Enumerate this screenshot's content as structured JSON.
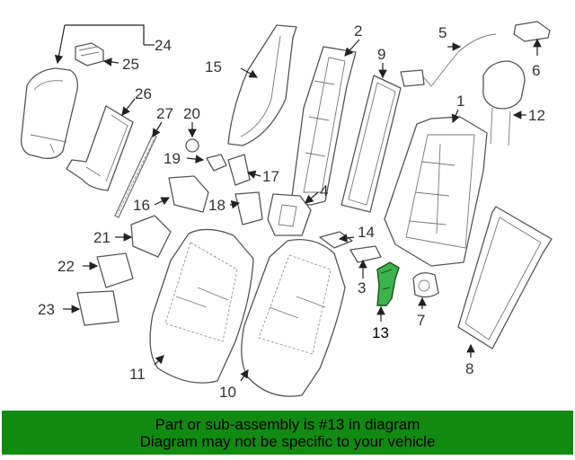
{
  "callouts": {
    "p1": "1",
    "p2": "2",
    "p3": "3",
    "p4": "4",
    "p5": "5",
    "p6": "6",
    "p7": "7",
    "p8": "8",
    "p9": "9",
    "p10": "10",
    "p11": "11",
    "p12": "12",
    "p13": "13",
    "p14": "14",
    "p15": "15",
    "p16": "16",
    "p17": "17",
    "p18": "18",
    "p19": "19",
    "p20": "20",
    "p21": "21",
    "p22": "22",
    "p23": "23",
    "p24": "24",
    "p25": "25",
    "p26": "26",
    "p27": "27"
  },
  "highlighted_part": "13",
  "colors": {
    "highlight": "#3cb44a",
    "banner": "#118a11"
  },
  "footer": {
    "line1": "Part or sub-assembly is #13 in diagram",
    "line2": "Diagram may not be specific to your vehicle"
  }
}
